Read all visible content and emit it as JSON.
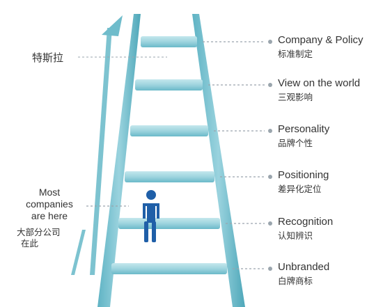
{
  "levels": [
    {
      "en": "Company & Policy",
      "zh": "标准制定"
    },
    {
      "en": "View on the world",
      "zh": "三观影响"
    },
    {
      "en": "Personality",
      "zh": "品牌个性"
    },
    {
      "en": "Positioning",
      "zh": "差异化定位"
    },
    {
      "en": "Recognition",
      "zh": "认知辨识"
    },
    {
      "en": "Unbranded",
      "zh": "白牌商标"
    }
  ],
  "tesla_label": "特斯拉",
  "most_companies": {
    "line1": "Most",
    "line2": "companies",
    "line3": "are here",
    "zh1": "大部分公司",
    "zh2": "在此"
  },
  "colors": {
    "rail": "#7fc6d4",
    "rail_dark": "#4ea7b9",
    "rung": "#9ed4de",
    "arrow": "#6fbccb",
    "person": "#1f5fa8",
    "dots": "#9aa5ad"
  }
}
